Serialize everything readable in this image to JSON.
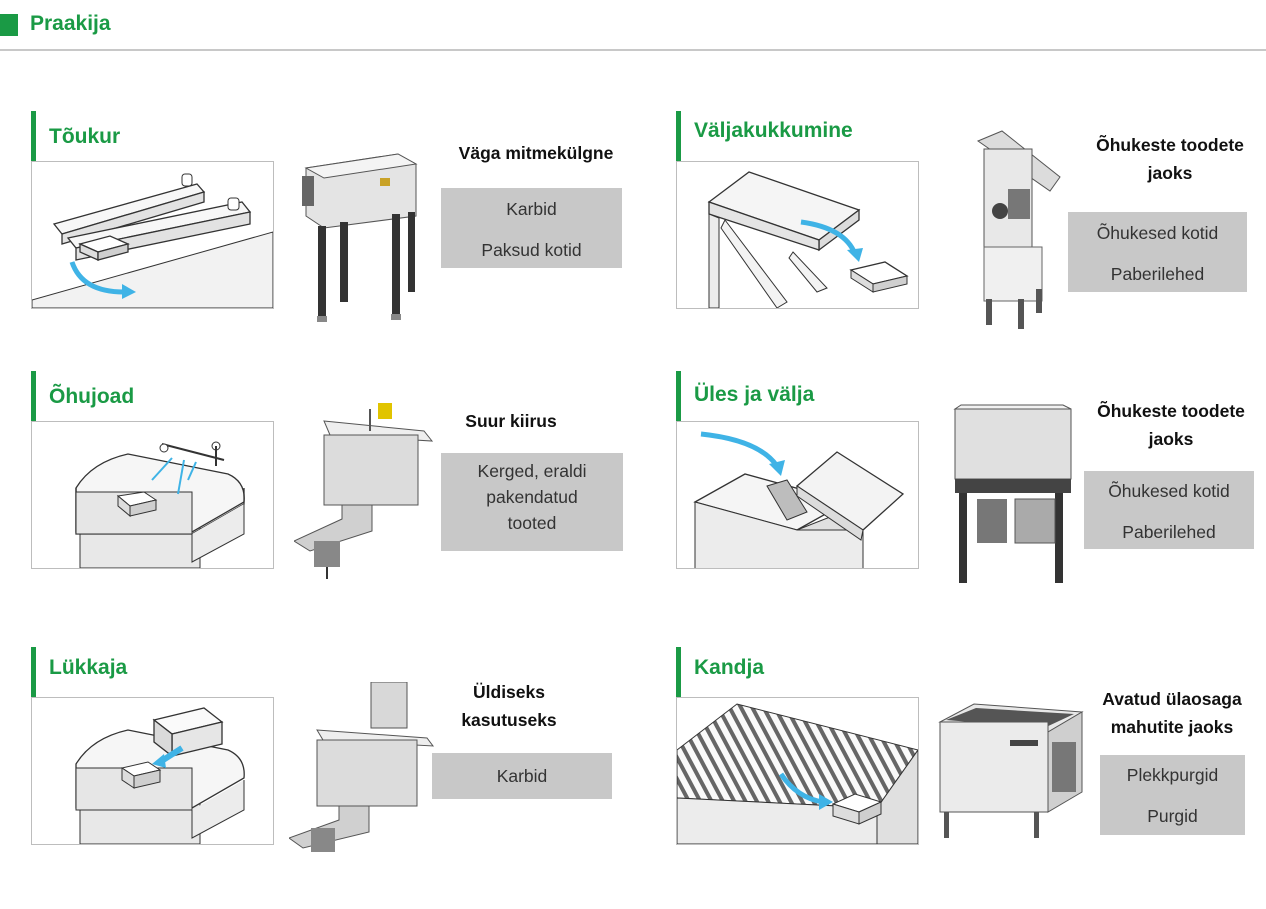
{
  "header": {
    "title": "Praakija"
  },
  "colors": {
    "accent": "#1a9a45",
    "tag_bg": "#c8c8c8",
    "arrow": "#3fb3e6"
  },
  "sections": [
    {
      "title": "Tõukur",
      "feature": [
        "Väga mitmekülgne"
      ],
      "tags": [
        "Karbid",
        "Paksud kotid"
      ],
      "diagram_icon": "pusher-diagram-icon",
      "machine_icon": "pusher-machine-icon"
    },
    {
      "title": "Väljakukkumine",
      "feature": [
        "Õhukeste toodete",
        "jaoks"
      ],
      "tags": [
        "Õhukesed kotid",
        "Paberilehed"
      ],
      "diagram_icon": "drop-out-diagram-icon",
      "machine_icon": "drop-out-machine-icon"
    },
    {
      "title": "Õhujoad",
      "feature": [
        "Suur kiirus"
      ],
      "tags": [
        "Kerged, eraldi",
        "pakendatud",
        "tooted"
      ],
      "diagram_icon": "air-jet-diagram-icon",
      "machine_icon": "air-jet-machine-icon"
    },
    {
      "title": "Üles ja välja",
      "feature": [
        "Õhukeste toodete",
        "jaoks"
      ],
      "tags": [
        "Õhukesed kotid",
        "Paberilehed"
      ],
      "diagram_icon": "flip-up-diagram-icon",
      "machine_icon": "flip-up-machine-icon"
    },
    {
      "title": "Lükkaja",
      "feature": [
        "Üldiseks",
        "kasutuseks"
      ],
      "tags": [
        "Karbid"
      ],
      "diagram_icon": "pusher-arm-diagram-icon",
      "machine_icon": "pusher-arm-machine-icon"
    },
    {
      "title": "Kandja",
      "feature": [
        "Avatud ülaosaga",
        "mahutite jaoks"
      ],
      "tags": [
        "Plekkpurgid",
        "Purgid"
      ],
      "diagram_icon": "conveyor-diagram-icon",
      "machine_icon": "conveyor-machine-icon"
    }
  ]
}
